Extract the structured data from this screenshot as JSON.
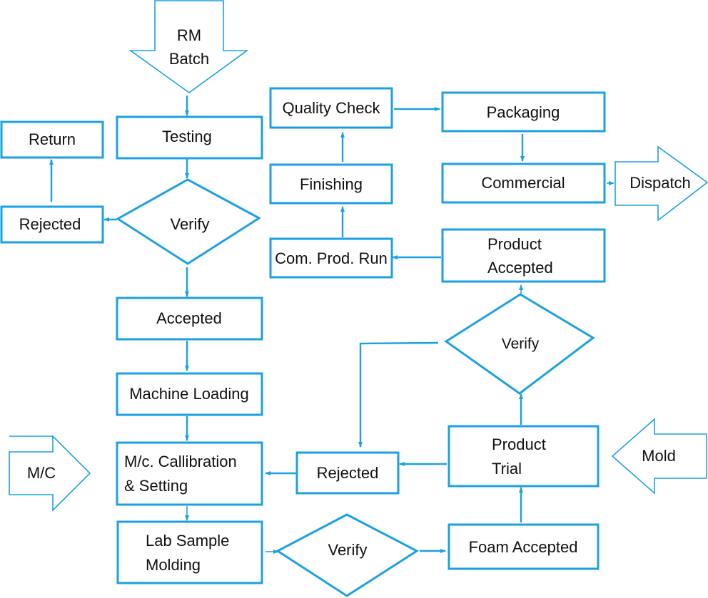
{
  "diagram": {
    "accent_color": "#1ba1e2",
    "text_color": "#111111",
    "nodes": {
      "rm_batch": {
        "lines": [
          "RM",
          "Batch"
        ],
        "shape": "down-arrow"
      },
      "testing": {
        "lines": [
          "Testing"
        ],
        "shape": "rect"
      },
      "return": {
        "lines": [
          "Return"
        ],
        "shape": "rect"
      },
      "rejected_1": {
        "lines": [
          "Rejected"
        ],
        "shape": "rect"
      },
      "verify_1": {
        "lines": [
          "Verify"
        ],
        "shape": "diamond"
      },
      "accepted": {
        "lines": [
          "Accepted"
        ],
        "shape": "rect"
      },
      "machine_loading": {
        "lines": [
          "Machine Loading"
        ],
        "shape": "rect"
      },
      "mc": {
        "lines": [
          "M/C"
        ],
        "shape": "right-arrow"
      },
      "mc_calibration": {
        "lines": [
          "M/c. Callibration",
          "& Setting"
        ],
        "shape": "rect"
      },
      "lab_sample": {
        "lines": [
          "Lab Sample",
          "Molding"
        ],
        "shape": "rect"
      },
      "verify_3": {
        "lines": [
          "Verify"
        ],
        "shape": "diamond"
      },
      "foam_accepted": {
        "lines": [
          "Foam Accepted"
        ],
        "shape": "rect"
      },
      "product_trial": {
        "lines": [
          "Product",
          "Trial"
        ],
        "shape": "rect"
      },
      "mold": {
        "lines": [
          "Mold"
        ],
        "shape": "left-arrow"
      },
      "rejected_2": {
        "lines": [
          "Rejected"
        ],
        "shape": "rect"
      },
      "verify_2": {
        "lines": [
          "Verify"
        ],
        "shape": "diamond"
      },
      "product_accepted": {
        "lines": [
          "Product",
          "Accepted"
        ],
        "shape": "rect"
      },
      "com_prod_run": {
        "lines": [
          "Com. Prod. Run"
        ],
        "shape": "rect"
      },
      "finishing": {
        "lines": [
          "Finishing"
        ],
        "shape": "rect"
      },
      "quality_check": {
        "lines": [
          "Quality Check"
        ],
        "shape": "rect"
      },
      "packaging": {
        "lines": [
          "Packaging"
        ],
        "shape": "rect"
      },
      "commercial": {
        "lines": [
          "Commercial"
        ],
        "shape": "rect"
      },
      "dispatch": {
        "lines": [
          "Dispatch"
        ],
        "shape": "right-arrow"
      }
    },
    "edges": [
      {
        "from": "rm_batch",
        "to": "testing"
      },
      {
        "from": "testing",
        "to": "verify_1"
      },
      {
        "from": "verify_1",
        "to": "rejected_1"
      },
      {
        "from": "rejected_1",
        "to": "return"
      },
      {
        "from": "verify_1",
        "to": "accepted"
      },
      {
        "from": "accepted",
        "to": "machine_loading"
      },
      {
        "from": "machine_loading",
        "to": "mc_calibration"
      },
      {
        "from": "mc_calibration",
        "to": "lab_sample"
      },
      {
        "from": "lab_sample",
        "to": "verify_3"
      },
      {
        "from": "verify_3",
        "to": "foam_accepted"
      },
      {
        "from": "foam_accepted",
        "to": "product_trial"
      },
      {
        "from": "product_trial",
        "to": "rejected_2"
      },
      {
        "from": "rejected_2",
        "to": "mc_calibration"
      },
      {
        "from": "product_trial",
        "to": "verify_2"
      },
      {
        "from": "verify_2",
        "to": "rejected_2"
      },
      {
        "from": "verify_2",
        "to": "product_accepted"
      },
      {
        "from": "product_accepted",
        "to": "com_prod_run"
      },
      {
        "from": "com_prod_run",
        "to": "finishing"
      },
      {
        "from": "finishing",
        "to": "quality_check"
      },
      {
        "from": "quality_check",
        "to": "packaging"
      },
      {
        "from": "packaging",
        "to": "commercial"
      },
      {
        "from": "commercial",
        "to": "dispatch"
      }
    ]
  }
}
